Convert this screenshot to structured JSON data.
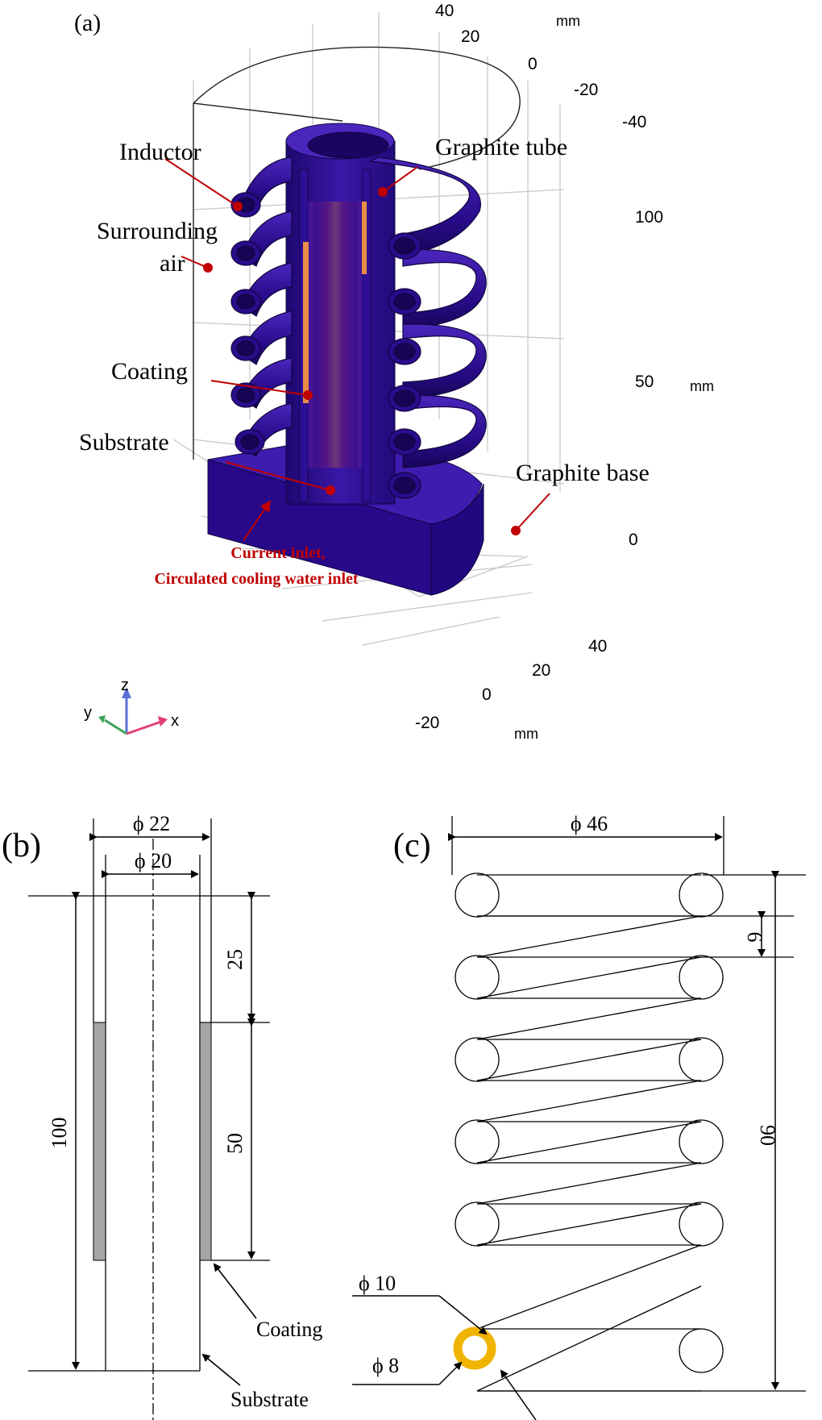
{
  "panel_a": {
    "label": "(a)",
    "annotations": {
      "inductor": "Inductor",
      "surrounding_air_1": "Surrounding",
      "surrounding_air_2": "air",
      "graphite_tube": "Graphite tube",
      "coating": "Coating",
      "substrate": "Substrate",
      "graphite_base": "Graphite base",
      "inlet_1": "Current inlet,",
      "inlet_2": "Circulated cooling water inlet"
    },
    "axes": {
      "top_ticks": [
        "40",
        "20",
        "0",
        "-20",
        "-40"
      ],
      "top_unit": "mm",
      "z_ticks": [
        "100",
        "50",
        "0"
      ],
      "z_unit": "mm",
      "bottom_ticks": [
        "40",
        "20",
        "0",
        "-20"
      ],
      "bottom_unit": "mm",
      "triad": {
        "z": "z",
        "y": "y",
        "x": "x"
      }
    },
    "colors": {
      "body": "#2b0c8a",
      "body_dark": "#1b0666",
      "body_light": "#4a22b8",
      "hot": "#ff9a3c",
      "warm": "#c8306e",
      "annotation": "#c00000",
      "axis_z": "#5a6fd6",
      "axis_x": "#e0407a",
      "axis_y": "#3fa05a"
    }
  },
  "panel_b": {
    "label": "(b)",
    "dims": {
      "d_outer": "ϕ 22",
      "d_inner": "ϕ 20",
      "top_gap": "25",
      "coating_len": "50",
      "total_len": "100"
    },
    "labels": {
      "coating": "Coating",
      "substrate": "Substrate"
    },
    "colors": {
      "coating": "#a6a6a6"
    }
  },
  "panel_c": {
    "label": "(c)",
    "dims": {
      "coil_diameter": "ϕ 46",
      "gap": "6",
      "height": "90",
      "tube_outer": "ϕ 10",
      "tube_inner": "ϕ 8"
    },
    "colors": {
      "ring": "#f0b400"
    }
  }
}
